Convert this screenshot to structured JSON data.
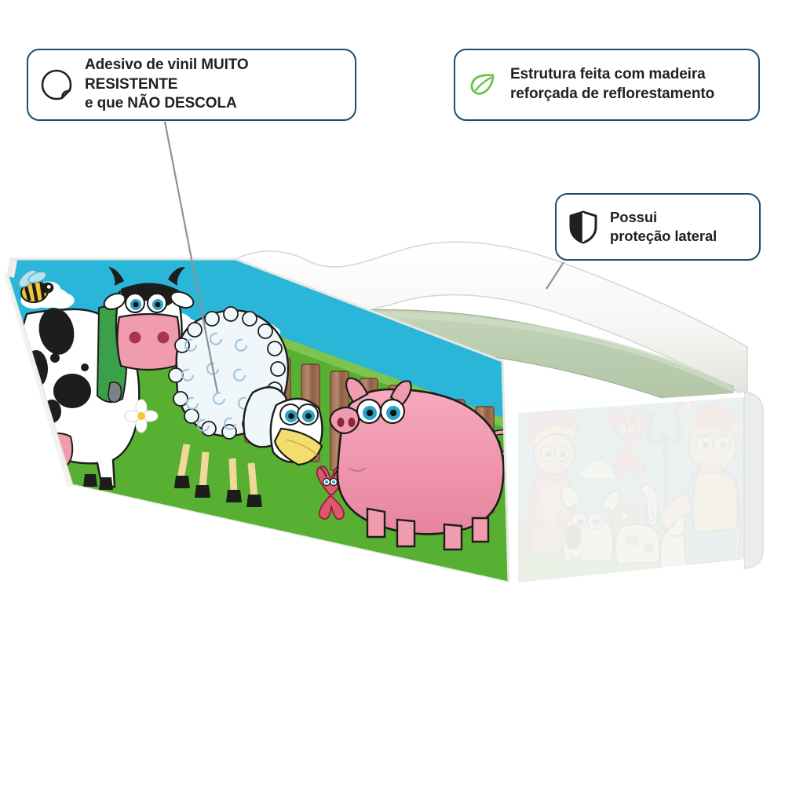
{
  "product": {
    "name": "cama-infantil-fazendinha",
    "description": "Cama infantil com adesivo de fazendinha",
    "mattress_color": "#b8ccae",
    "frame_color": "#ffffff",
    "art_sky_color": "#29b6d8",
    "art_grass_color": "#57b031"
  },
  "callouts": [
    {
      "id": "sticker",
      "icon": "sticker-peel-icon",
      "icon_color": "#231f20",
      "text": "Adesivo de vinil MUITO RESISTENTE\ne que NÃO DESCOLA",
      "border_color": "#1b4f72"
    },
    {
      "id": "wood",
      "icon": "leaf-icon",
      "icon_color": "#6cbf4b",
      "text": "Estrutura feita com madeira\nreforçada de reflorestamento",
      "border_color": "#1b4f72"
    },
    {
      "id": "shield",
      "icon": "shield-icon",
      "icon_color": "#231f20",
      "text": "Possui\nproteção lateral",
      "border_color": "#1b4f72"
    }
  ],
  "artwork": {
    "headboard_panel": {
      "name": "painel-cabeceira",
      "characters": [
        "bee",
        "cow",
        "sheep",
        "goose",
        "butterfly",
        "pig"
      ]
    },
    "footboard_panel": {
      "name": "painel-peseira",
      "characters": [
        "farmer-wife",
        "dog",
        "cat",
        "chicken",
        "butterfly",
        "farmer"
      ]
    }
  }
}
